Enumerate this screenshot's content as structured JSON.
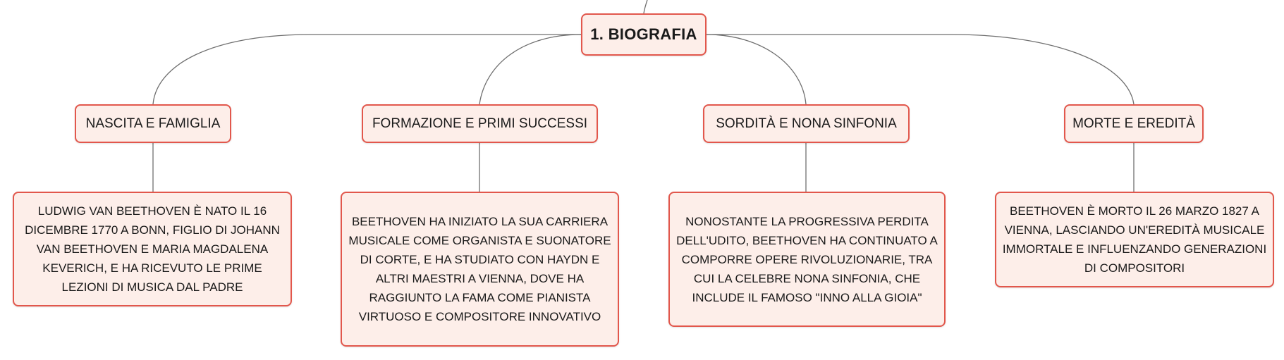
{
  "root": {
    "label": "1. BIOGRAFIA"
  },
  "branches": [
    {
      "label": "NASCITA E FAMIGLIA",
      "detail": "LUDWIG VAN BEETHOVEN È NATO IL 16 DICEMBRE 1770 A BONN, FIGLIO DI JOHANN VAN BEETHOVEN E MARIA MAGDALENA KEVERICH, E HA RICEVUTO LE PRIME LEZIONI DI MUSICA DAL PADRE"
    },
    {
      "label": "FORMAZIONE E PRIMI SUCCESSI",
      "detail": "BEETHOVEN HA INIZIATO LA SUA CARRIERA MUSICALE COME ORGANISTA E SUONATORE DI CORTE, E HA STUDIATO CON HAYDN E ALTRI MAESTRI A VIENNA, DOVE HA RAGGIUNTO LA FAMA COME PIANISTA VIRTUOSO E COMPOSITORE INNOVATIVO"
    },
    {
      "label": "SORDITÀ E NONA SINFONIA",
      "detail": "NONOSTANTE LA PROGRESSIVA PERDITA DELL'UDITO, BEETHOVEN HA CONTINUATO A COMPORRE OPERE RIVOLUZIONARIE, TRA CUI LA CELEBRE NONA SINFONIA, CHE INCLUDE IL FAMOSO \"INNO ALLA GIOIA\""
    },
    {
      "label": "MORTE E EREDITÀ",
      "detail": "BEETHOVEN È MORTO IL 26 MARZO 1827 A VIENNA, LASCIANDO UN'EREDITÀ MUSICALE IMMORTALE E INFLUENZANDO GENERAZIONI DI COMPOSITORI"
    }
  ],
  "colors": {
    "node_border": "#e2574c",
    "node_fill": "#fdeee9",
    "connector": "#6f6f6f",
    "text": "#1a1a1a"
  }
}
